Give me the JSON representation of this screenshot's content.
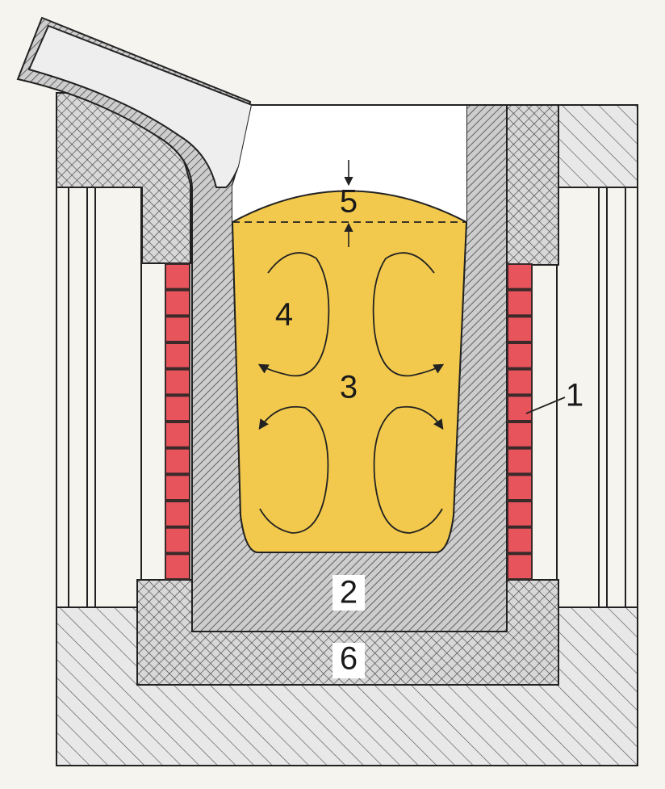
{
  "labels": {
    "coil": "1",
    "crucible": "2",
    "melt": "3",
    "circulation": "4",
    "meniscus": "5",
    "base": "6"
  },
  "colors": {
    "background": "#f6f4ef",
    "outline": "#222222",
    "metal_wall": "#c8c8c8",
    "crossed_refractory": "#d4d4d4",
    "diagonal_refractory": "#e6e6e6",
    "melt": "#f2c94c",
    "coil": "#e8545c",
    "coil_gap": "#3a2a2a",
    "arrow": "#222222"
  }
}
